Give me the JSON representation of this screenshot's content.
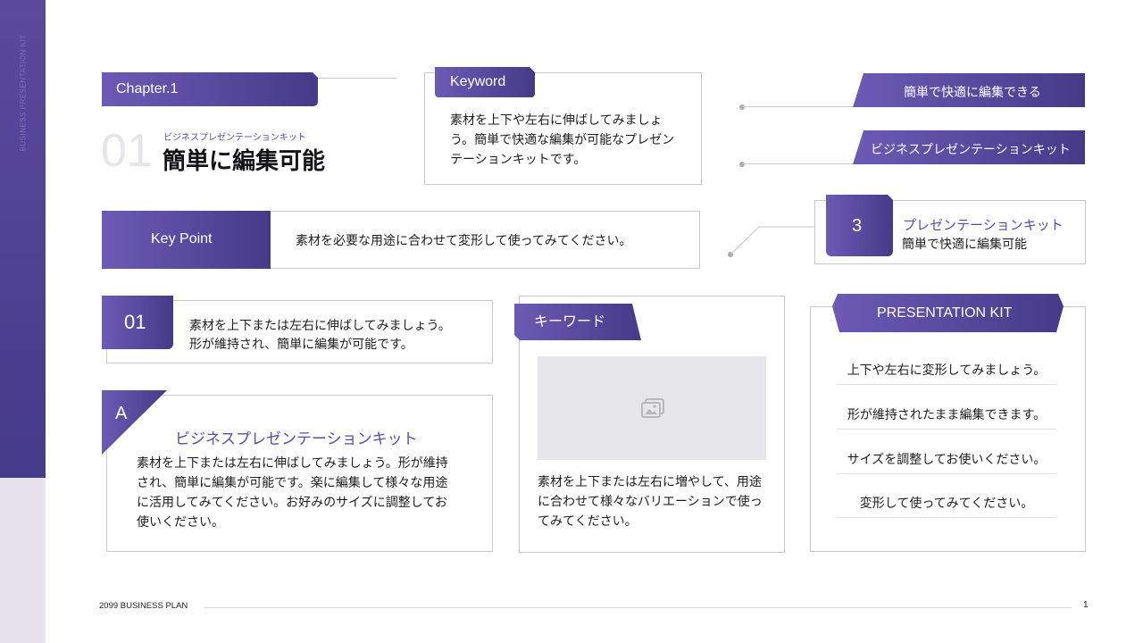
{
  "sidebar": {
    "vertical_label": "BUSINESS PRESENTATION KIT"
  },
  "header": {
    "chapter_label": "Chapter.1",
    "big_number": "01",
    "subtitle": "ビジネスプレゼンテーションキット",
    "title": "簡単に編集可能"
  },
  "keyword_box": {
    "tab_label": "Keyword",
    "text": "素材を上下や左右に伸ばしてみましょう。簡単で快適な編集が可能なプレゼンテーションキットです。"
  },
  "ribbons": {
    "top": "簡単で快適に編集できる",
    "second": "ビジネスプレゼンテーションキット"
  },
  "keypoint": {
    "label": "Key Point",
    "text": "素材を必要な用途に合わせて変形して使ってみてください。"
  },
  "number_card": {
    "number": "3",
    "title": "プレゼンテーションキット",
    "subtitle": "簡単で快適に編集可能"
  },
  "card_01": {
    "number": "01",
    "text_line1": "素材を上下または左右に伸ばしてみましょう。",
    "text_line2": "形が維持され、簡単に編集が可能です。"
  },
  "card_a": {
    "letter": "A",
    "title": "ビジネスプレゼンテーションキット",
    "text": "素材を上下または左右に伸ばしてみましょう。形が維持され、簡単に編集が可能です。楽に編集して様々な用途に活用してみてください。お好みのサイズに調整してお使いください。"
  },
  "keyword_card": {
    "tab_label": "キーワード",
    "image_icon": "image-placeholder-icon",
    "text": "素材を上下または左右に増やして、用途に合わせて様々なバリエーションで使ってみてください。"
  },
  "presentation_card": {
    "tab_label": "PRESENTATION KIT",
    "items": [
      "上下や左右に変形してみましょう。",
      "形が維持されたまま編集できます。",
      "サイズを調整してお使いください。",
      "変形して使ってみてください。"
    ]
  },
  "footer": {
    "left": "2099 BUSINESS PLAN",
    "page_number": "1"
  },
  "colors": {
    "accent": "#5a4aa6",
    "accent_dark": "#463a88",
    "border": "#c7c7cc",
    "sidebar_bg": "#e6e3ef"
  }
}
